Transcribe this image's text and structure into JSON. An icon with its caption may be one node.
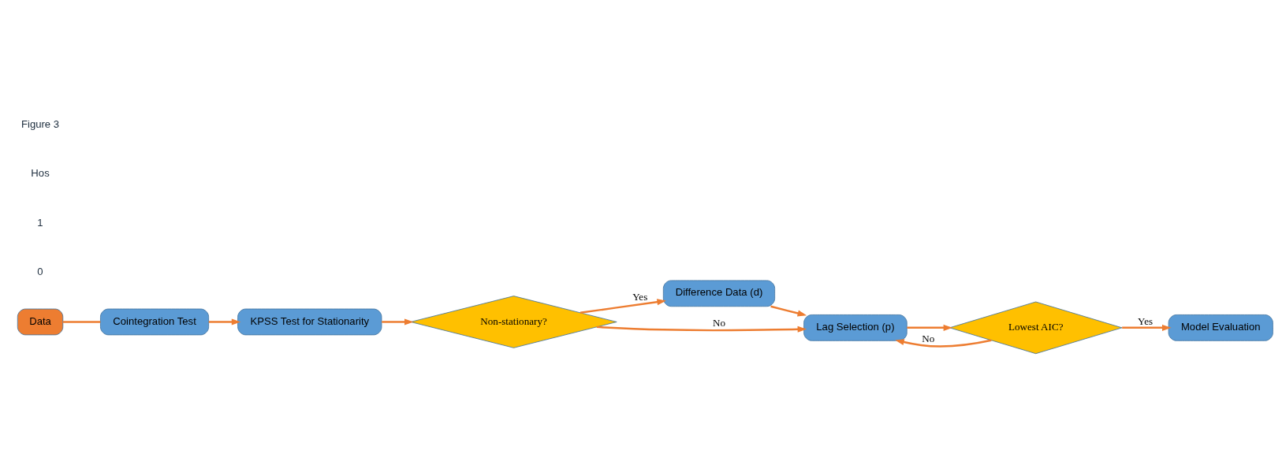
{
  "diagram": {
    "nodes": [
      {
        "text": [
          "Data"
        ]
      },
      {
        "text": [
          "Cointegration Test"
        ]
      },
      {
        "text": [
          "KPSS Test for Stationarity"
        ]
      },
      {
        "text": [
          "Non-stationary?"
        ]
      },
      {
        "text": [
          "Difference Data (d)"
        ]
      },
      {
        "text": [
          "Lag Selection (p)"
        ]
      },
      {
        "text": [
          "Lowest AIC?"
        ]
      },
      {
        "text": [
          "Model Evaluation"
        ]
      }
    ],
    "edges": [
      {
        "from": 0,
        "to": 1,
        "arrow": "none"
      },
      {
        "from": 1,
        "to": 2,
        "arrow": "to"
      },
      {
        "from": 2,
        "to": 3,
        "arrow": "to"
      },
      {
        "from": 3,
        "to": 4,
        "arrow": "to",
        "label": "Yes"
      },
      {
        "from": 3,
        "to": 5,
        "arrow": "to",
        "label": "No"
      },
      {
        "from": 4,
        "to": 5,
        "arrow": "to"
      },
      {
        "from": 5,
        "to": 6,
        "arrow": "to"
      },
      {
        "from": 6,
        "to": 7,
        "arrow": "to",
        "label": "Yes"
      },
      {
        "from": 6,
        "to": 5,
        "arrow": "to",
        "label": "No"
      }
    ],
    "labels": [
      "0",
      "1",
      "Hos",
      "Figure 3"
    ]
  }
}
